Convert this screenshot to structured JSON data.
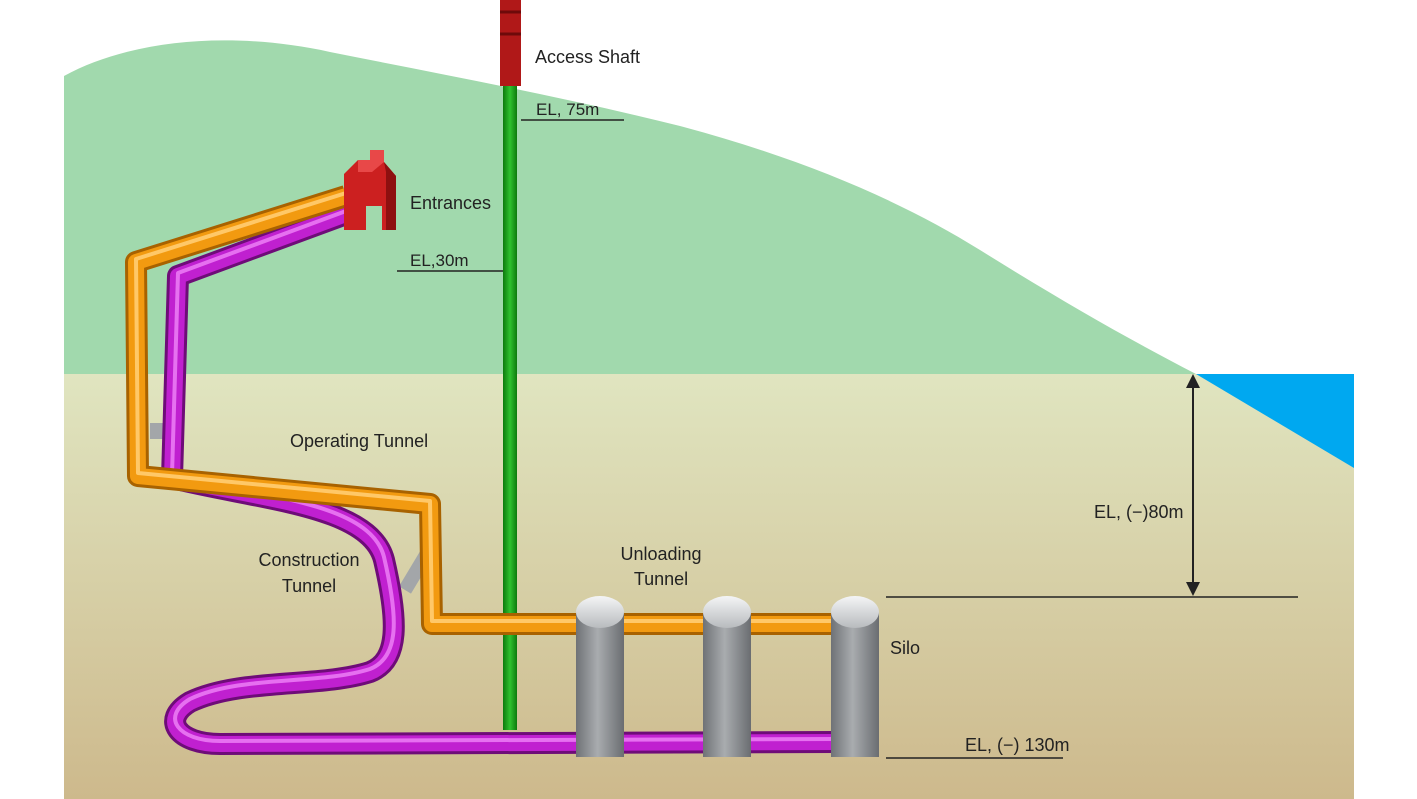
{
  "labels": {
    "access_shaft": "Access Shaft",
    "el_75": "EL, 75m",
    "entrances": "Entrances",
    "el_30": "EL,30m",
    "operating_tunnel": "Operating Tunnel",
    "construction_tunnel_line1": "Construction",
    "construction_tunnel_line2": "Tunnel",
    "unloading_tunnel_line1": "Unloading",
    "unloading_tunnel_line2": "Tunnel",
    "silo": "Silo",
    "el_minus_80": "EL, (−)80m",
    "el_minus_130": "EL, (−) 130m"
  },
  "colors": {
    "hill": "#a1d9ad",
    "ground_top": "#e0e5c0",
    "ground_bottom": "#cdb98c",
    "sea": "#00a8f0",
    "shaft": "#18a818",
    "shaft_head": "#b01818",
    "entrance": "#cc2020",
    "operating_tunnel": "#f29a10",
    "construction_tunnel": "#c020d0",
    "silo": "#8f9194",
    "connector": "#a3a6a9"
  }
}
